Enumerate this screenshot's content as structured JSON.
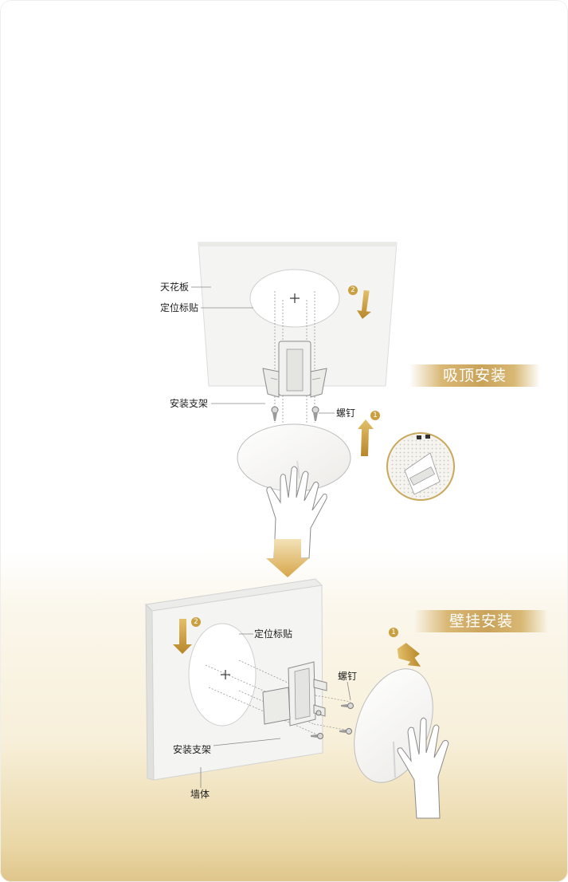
{
  "colors": {
    "accent_gold": "#c9a040",
    "banner_gold": "#caa35a",
    "line_gray": "#999999",
    "text_dark": "#222222"
  },
  "ceiling_section": {
    "banner": "吸顶安装",
    "labels": {
      "ceiling_board": "天花板",
      "position_sticker": "定位标贴",
      "mount_bracket": "安装支架",
      "screw": "螺钉"
    },
    "step_badges": [
      "1",
      "2"
    ]
  },
  "wall_section": {
    "banner": "壁挂安装",
    "labels": {
      "position_sticker": "定位标贴",
      "screw": "螺钉",
      "mount_bracket": "安装支架",
      "wall": "墙体"
    },
    "step_badges": [
      "1",
      "2"
    ]
  }
}
